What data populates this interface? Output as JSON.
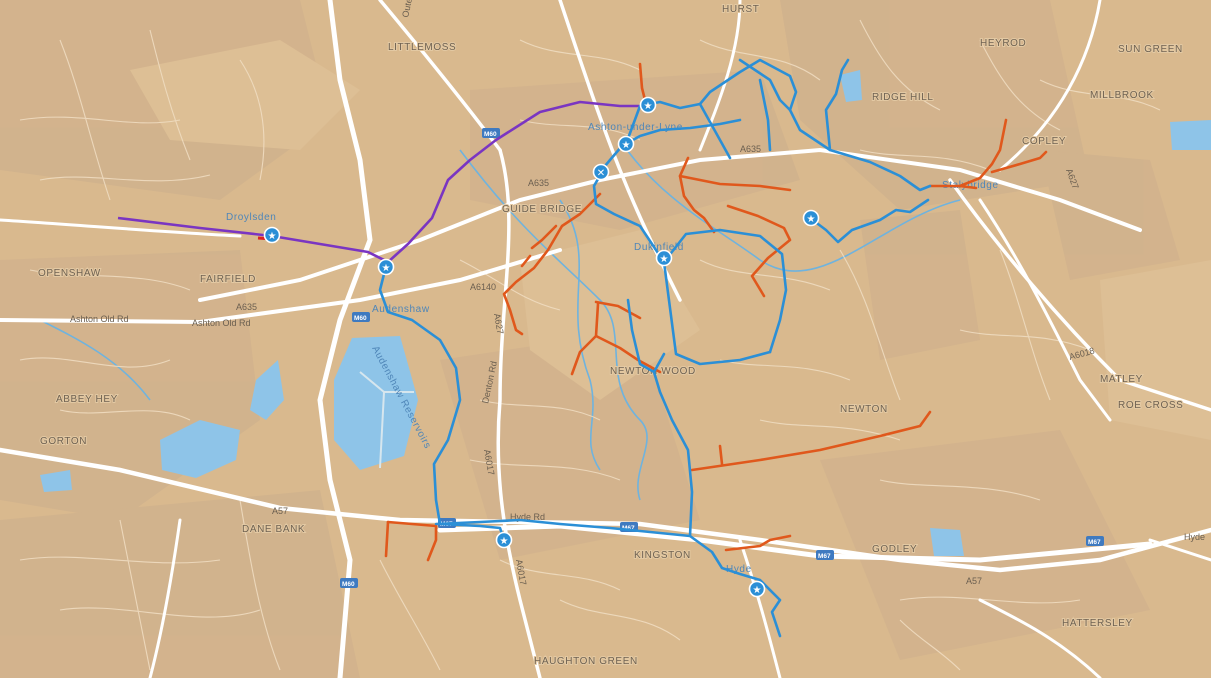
{
  "map": {
    "colors": {
      "land": "#d9b98e",
      "urban": "#cfb08a",
      "water": "#8ec4e8",
      "road_major": "#ffffff",
      "route_blue": "#2b8fd6",
      "route_orange": "#e0581c",
      "route_purple": "#7a35c2",
      "station": "#2b8fd6"
    },
    "places": {
      "littlemoss": "LITTLEMOSS",
      "hurst": "HURST",
      "heyrod": "HEYROD",
      "sun_green": "SUN GREEN",
      "millbrook": "MILLBROOK",
      "ridge_hill": "RIDGE HILL",
      "copley": "COPLEY",
      "guide_bridge": "GUIDE BRIDGE",
      "droylsden": "Droylsden",
      "fairfield": "FAIRFIELD",
      "openshaw": "OPENSHAW",
      "audenshaw": "Audenshaw",
      "dukinfield": "Dukinfield",
      "ashton": "Ashton-under-Lyne",
      "stalybridge": "Stalybridge",
      "newton_wood": "NEWTON WOOD",
      "newton": "NEWTON",
      "matley": "MATLEY",
      "roe_cross": "ROE CROSS",
      "abbey_hey": "ABBEY HEY",
      "gorton": "GORTON",
      "dane_bank": "DANE BANK",
      "kingston": "KINGSTON",
      "godley": "GODLEY",
      "hattersley": "HATTERSLEY",
      "haughton_green": "HAUGHTON GREEN",
      "hyde": "Hyde",
      "reservoir": "Audenshaw Reservoirs"
    },
    "roads": {
      "a57": "A57",
      "a57_b": "A57",
      "a635": "A635",
      "a635_b": "A635",
      "a635_c": "A635",
      "a627": "A627",
      "a6017": "A6017",
      "a6017_b": "A6017",
      "a6018": "A6018",
      "a627m": "A627",
      "a6140": "A6140",
      "ashton_old_rd": "Ashton Old Rd",
      "ashton_old_rd_b": "Ashton Old Rd",
      "hyde_rd": "Hyde Rd",
      "hyde_rd_b": "Hyde",
      "denton_rd": "Denton Rd",
      "outer_ring": "Outer Ring Rd",
      "m60": "M60",
      "m60_b": "M60",
      "m60_c": "M60",
      "m67": "M67",
      "m67_b": "M67",
      "m67_c": "M67",
      "m67_d": "M67"
    }
  }
}
